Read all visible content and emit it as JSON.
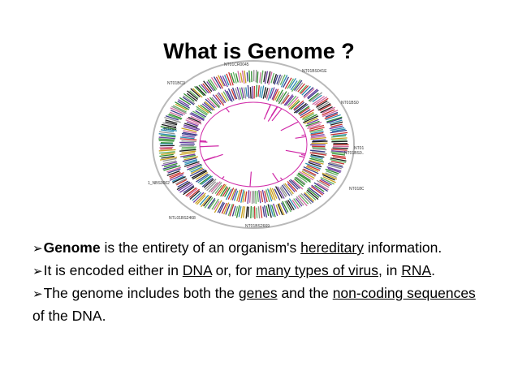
{
  "slide": {
    "title": "What is Genome ?"
  },
  "figure": {
    "labels": [
      "NT01CR0045",
      "NT01BS041E",
      "NT01BC0",
      "NT01BS0",
      "NT01B",
      "NT018S",
      "NT018C",
      "1_NBS0002",
      "NTL01BS2468",
      "NT01BS2669",
      "NT01BS0..."
    ],
    "colors": {
      "outer_ring": "#b9b9b9",
      "magenta": "#d02aa8",
      "stripe_palette": [
        "#3a3a8a",
        "#2c8a2c",
        "#c83030",
        "#c8a020",
        "#6a3aa0",
        "#2a8ab0",
        "#909090",
        "#1a1a1a",
        "#d06aa0",
        "#60b060"
      ]
    }
  },
  "bullets": [
    {
      "segments": [
        {
          "text": "Genome",
          "style": "bold"
        },
        {
          "text": " is the entirety of an organism's ",
          "style": "plain"
        },
        {
          "text": "hereditary",
          "style": "link"
        },
        {
          "text": " information.",
          "style": "plain"
        }
      ]
    },
    {
      "segments": [
        {
          "text": "It is encoded either in ",
          "style": "plain"
        },
        {
          "text": "DNA",
          "style": "link"
        },
        {
          "text": " or, for ",
          "style": "plain"
        },
        {
          "text": "many types of virus",
          "style": "link"
        },
        {
          "text": ", in ",
          "style": "plain"
        },
        {
          "text": "RNA",
          "style": "link"
        },
        {
          "text": ".",
          "style": "plain"
        }
      ]
    },
    {
      "segments": [
        {
          "text": "The genome includes both the ",
          "style": "plain"
        },
        {
          "text": "genes",
          "style": "link"
        },
        {
          "text": " and the ",
          "style": "plain"
        },
        {
          "text": "non-coding sequences",
          "style": "link"
        },
        {
          "text": " of the DNA.",
          "style": "plain"
        }
      ]
    }
  ],
  "bullet_marker": "➢"
}
